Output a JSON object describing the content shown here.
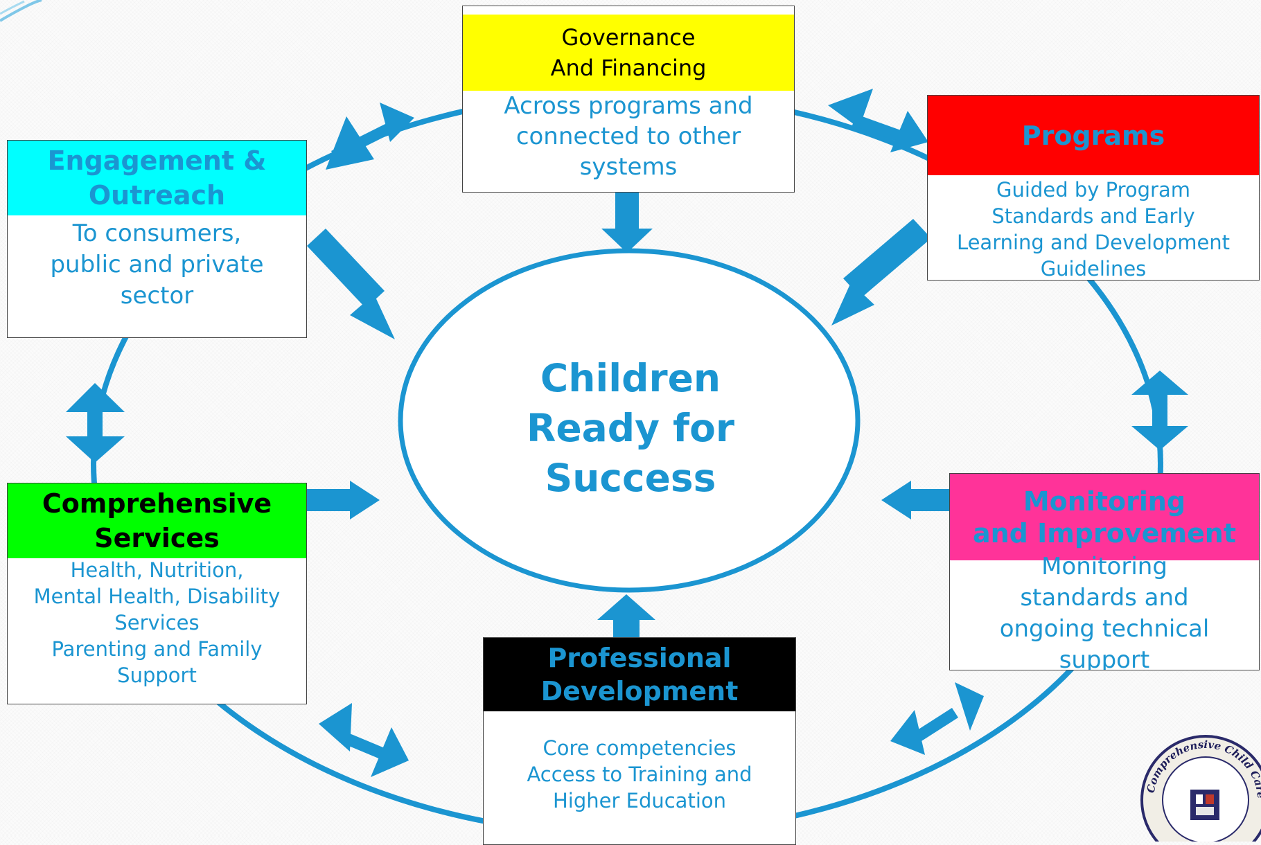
{
  "center": {
    "text": "Children\nReady for\nSuccess"
  },
  "boxes": {
    "governance": {
      "title": "Governance\nAnd Financing",
      "body": "Across programs  and\nconnected to other\nsystems"
    },
    "programs": {
      "title": "Programs",
      "body": "Guided by Program\nStandards and Early\nLearning and Development\nGuidelines"
    },
    "engagement": {
      "title": "Engagement &\nOutreach",
      "body": "To consumers,\npublic and private\nsector"
    },
    "comprehensive": {
      "title": "Comprehensive\nServices",
      "body": "Health, Nutrition,\nMental Health, Disability\nServices\nParenting and Family\nSupport"
    },
    "monitoring": {
      "title": "Monitoring\nand Improvement",
      "body": "Monitoring\nstandards and\nongoing technical\nsupport"
    },
    "professional": {
      "title": "Professional\nDevelopment",
      "body": "Core competencies\nAccess to  Training and\nHigher Education"
    }
  },
  "colors": {
    "accent": "#1b95d1",
    "governance_header": "#ffff00",
    "programs_header": "#ff0000",
    "engagement_header": "#00ffff",
    "comprehensive_header": "#00ff00",
    "monitoring_header": "#ff3399",
    "professional_header": "#000000"
  },
  "logo": {
    "text": "Comprehensive Child Care Services · Kentichild Inc. of San Antonio · Reaching Children"
  }
}
